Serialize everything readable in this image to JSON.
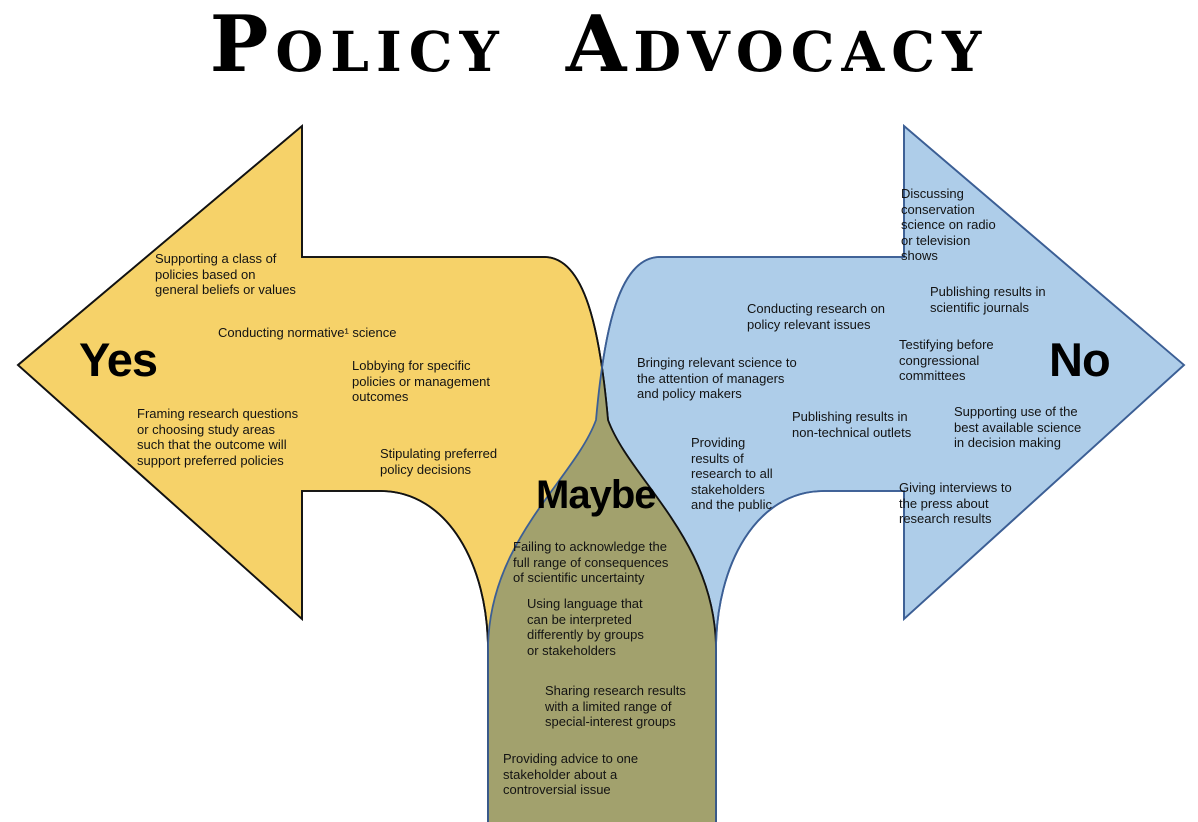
{
  "title": "Policy Advocacy",
  "colors": {
    "yellow": "#F6D269",
    "yellow_outline": "#121212",
    "blue": "#AECDE9",
    "blue_outline": "#3C5F95",
    "olive": "#A2A16D"
  },
  "yes": {
    "label": "Yes",
    "items": [
      "Supporting a class of\npolicies based on\ngeneral beliefs or values",
      "Conducting normative¹ science",
      "Lobbying for specific\npolicies or management\noutcomes",
      "Framing research questions\nor choosing study areas\nsuch that the outcome will\nsupport preferred policies",
      "Stipulating preferred\npolicy decisions"
    ]
  },
  "no": {
    "label": "No",
    "items": [
      "Discussing\nconservation\nscience on radio\nor television\nshows",
      "Conducting research on\npolicy relevant issues",
      "Publishing results in\nscientific journals",
      "Testifying before\ncongressional\ncommittees",
      "Bringing relevant science to\nthe attention of managers\nand policy makers",
      "Publishing results in\nnon-technical outlets",
      "Supporting use of the\nbest available science\nin decision making",
      "Providing\nresults of\nresearch to all\nstakeholders\nand the public",
      "Giving interviews to\nthe press about\nresearch results"
    ]
  },
  "maybe": {
    "label": "Maybe",
    "items": [
      "Failing to acknowledge the\nfull range of consequences\nof scientific uncertainty",
      "Using language that\ncan be interpreted\ndifferently by groups\nor stakeholders",
      "Sharing research results\nwith a limited range of\nspecial-interest groups",
      "Providing advice to one\nstakeholder about a\ncontroversial issue"
    ]
  }
}
